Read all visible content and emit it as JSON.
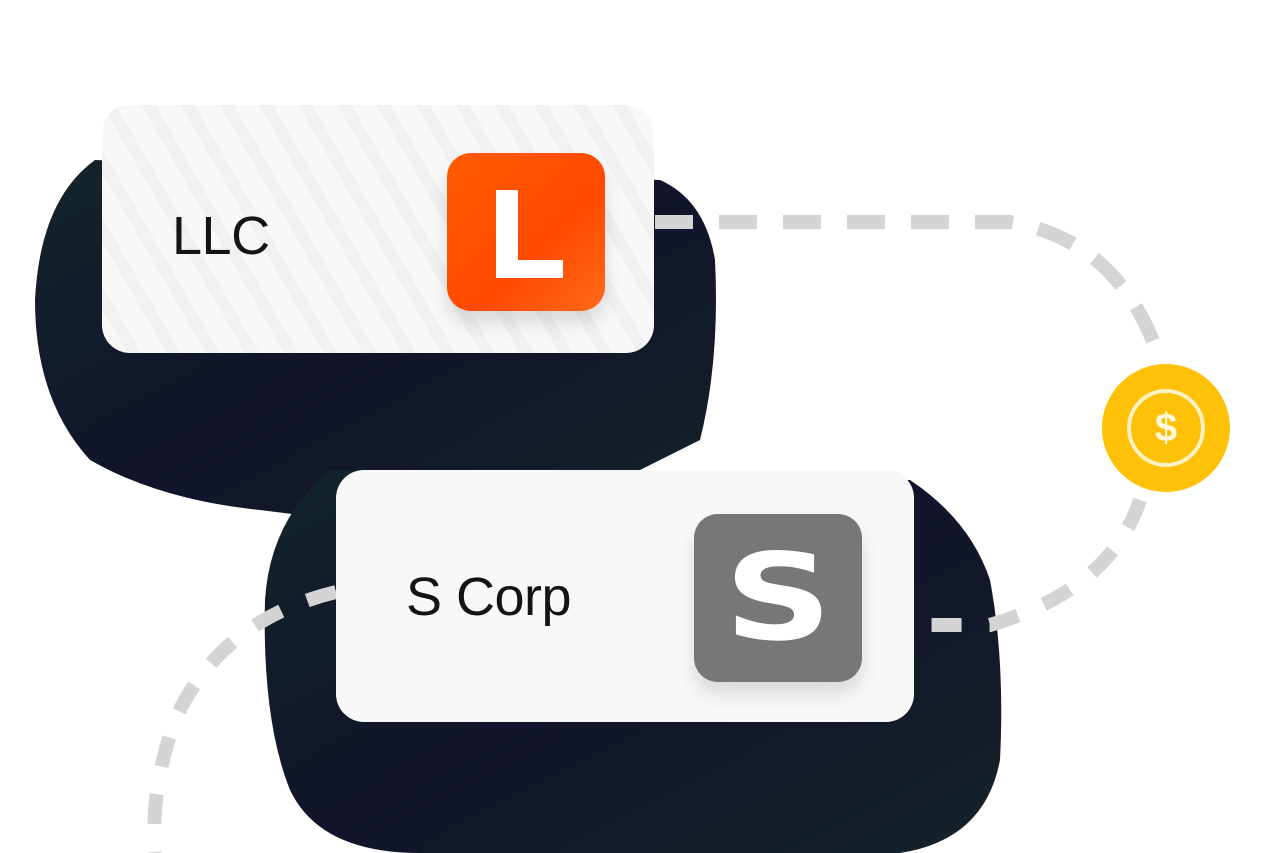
{
  "illustration": {
    "cards": [
      {
        "id": "llc",
        "label": "LLC",
        "badge_letter": "L",
        "badge_color": "#ff5100"
      },
      {
        "id": "scorp",
        "label": "S Corp",
        "badge_letter": "S",
        "badge_color": "#777777"
      }
    ],
    "coin": {
      "symbol": "$",
      "color": "#ffc107"
    },
    "colors": {
      "shadow": "#0f1a26",
      "dashed_line": "#d4d4d4",
      "card_bg": "#f7f7f7"
    }
  }
}
